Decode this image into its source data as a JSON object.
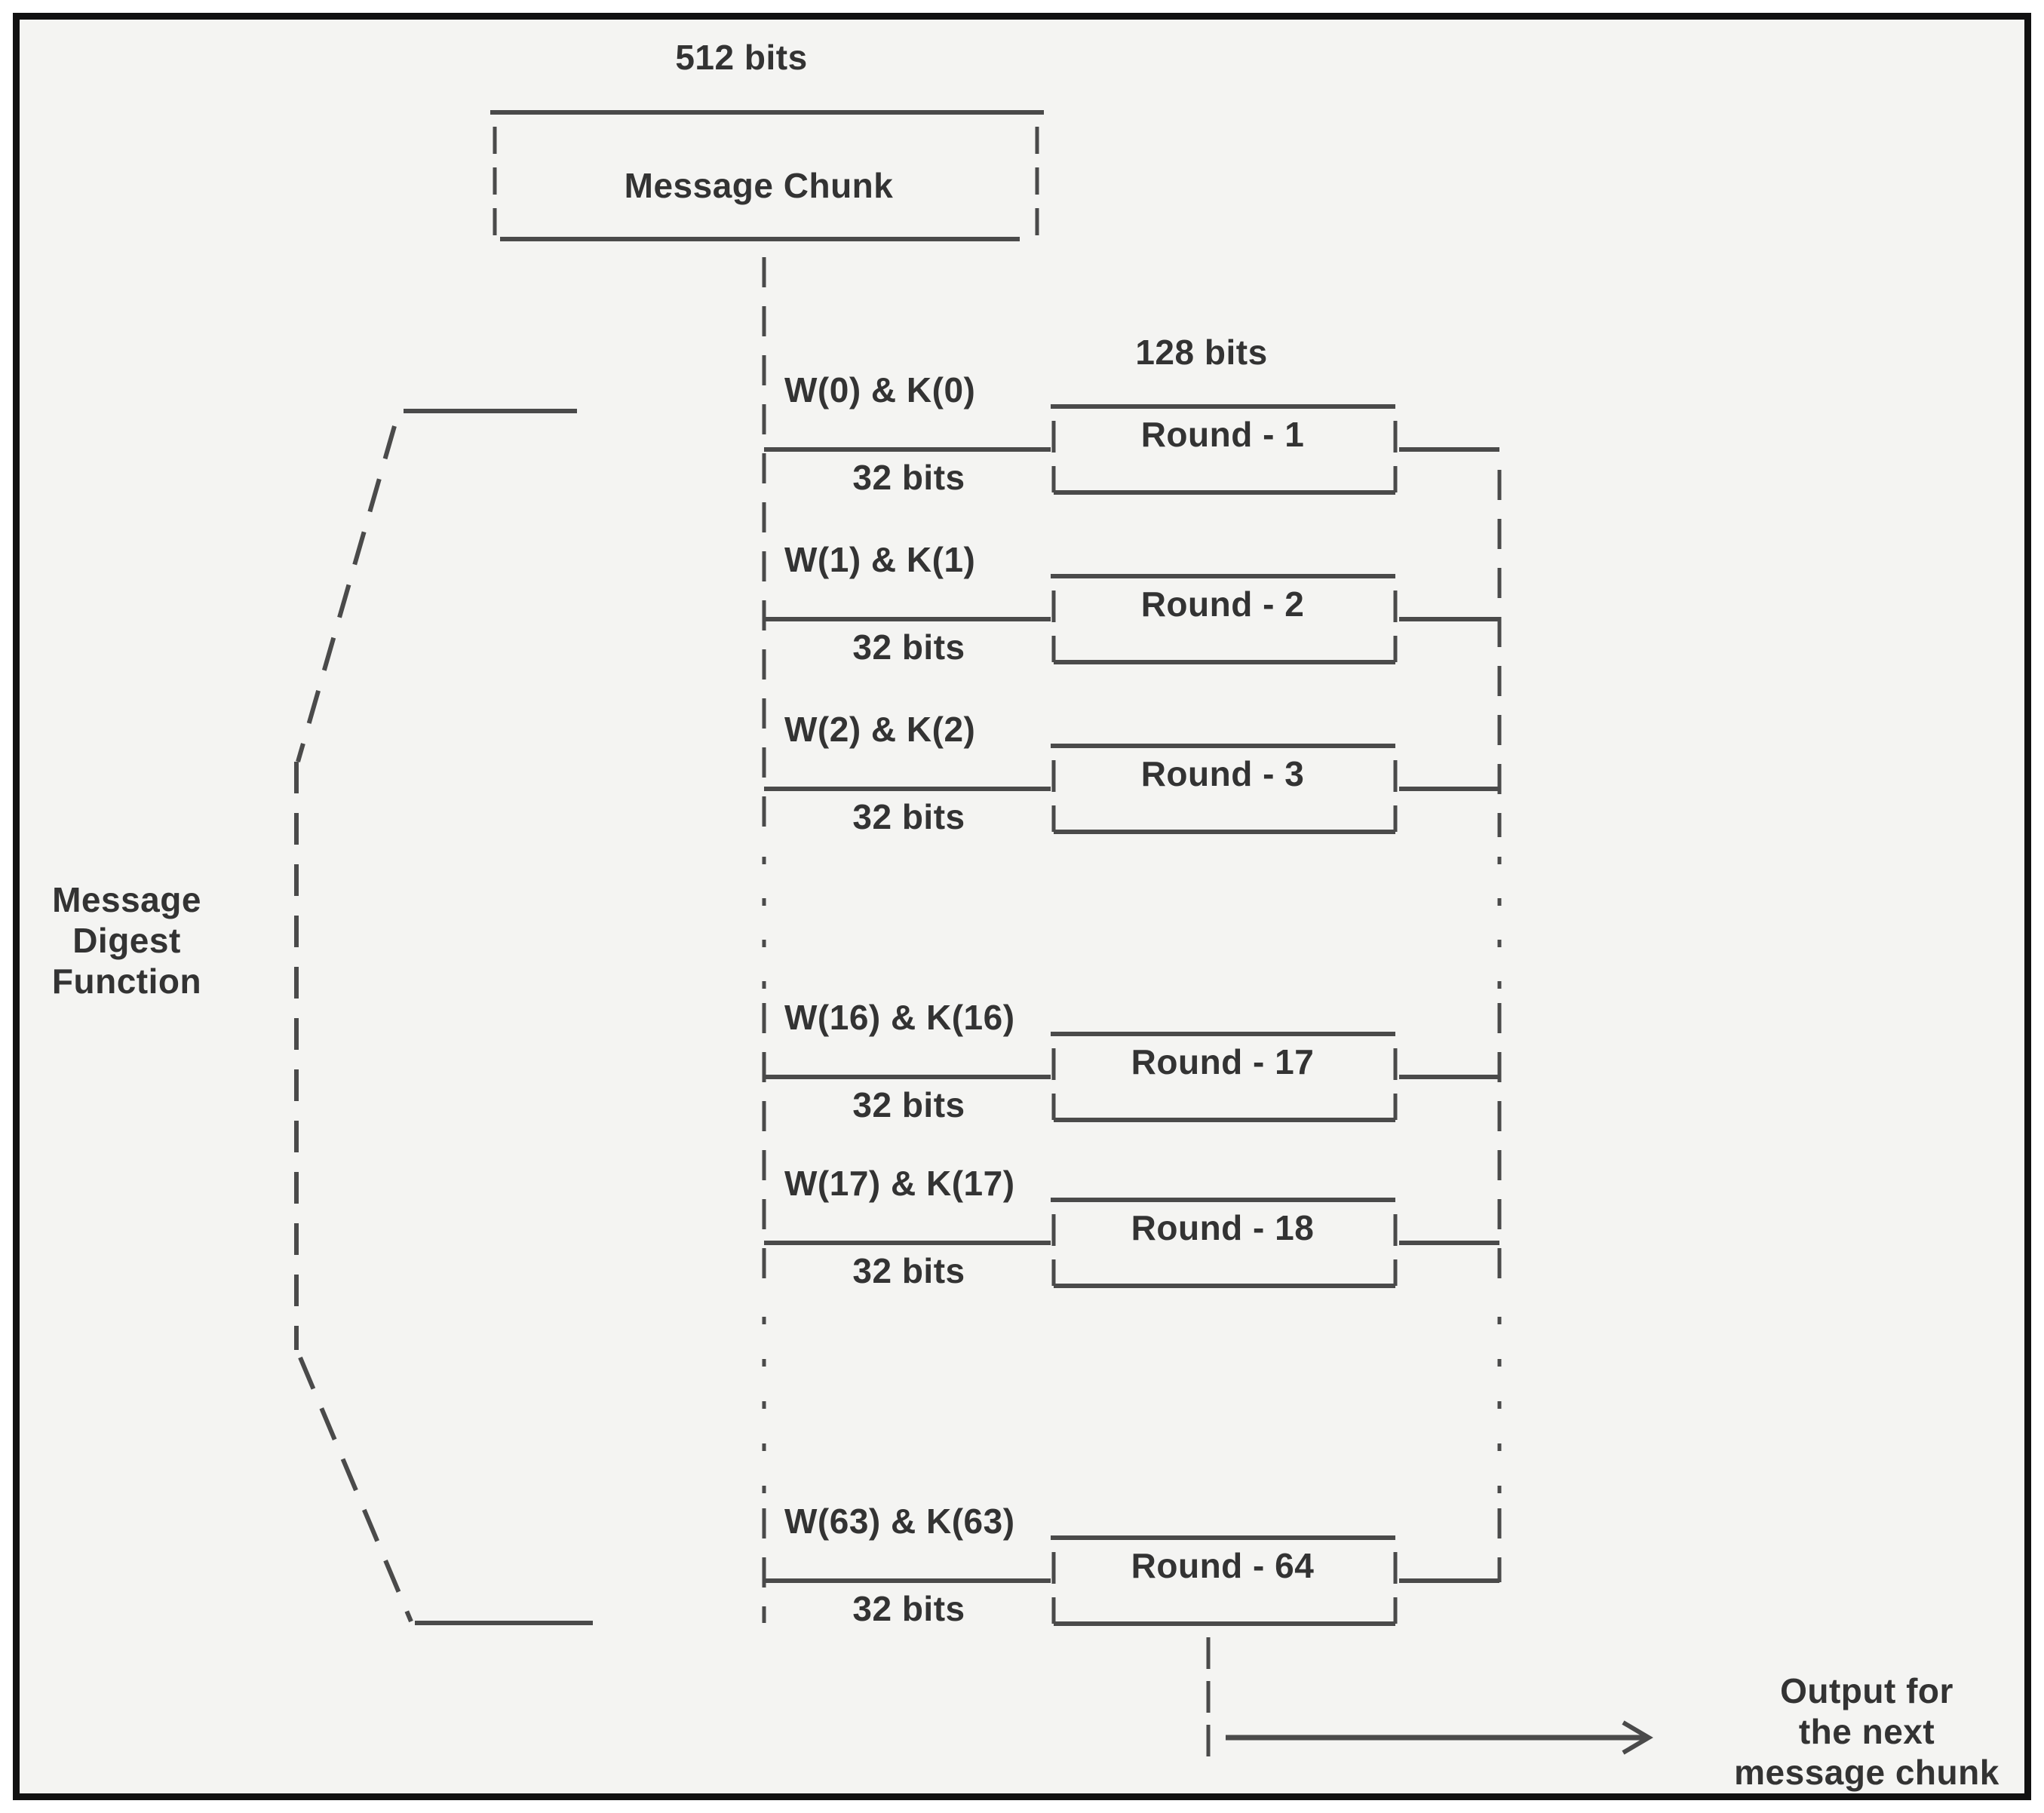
{
  "diagram": {
    "chunk_bits_label": "512 bits",
    "message_chunk_label": "Message Chunk",
    "state_bits_label": "128 bits",
    "brace_label_lines": [
      "Message",
      "Digest",
      "Function"
    ],
    "rounds": [
      {
        "w_label": "W(0) & K(0)",
        "round_label": "Round - 1",
        "bits_label": "32 bits"
      },
      {
        "w_label": "W(1) & K(1)",
        "round_label": "Round - 2",
        "bits_label": "32 bits"
      },
      {
        "w_label": "W(2) & K(2)",
        "round_label": "Round - 3",
        "bits_label": "32 bits"
      },
      {
        "w_label": "W(16) & K(16)",
        "round_label": "Round - 17",
        "bits_label": "32 bits"
      },
      {
        "w_label": "W(17) & K(17)",
        "round_label": "Round - 18",
        "bits_label": "32 bits"
      },
      {
        "w_label": "W(63) & K(63)",
        "round_label": "Round - 64",
        "bits_label": "32 bits"
      }
    ],
    "output_label_lines": [
      "Output for",
      "the next",
      "message chunk"
    ],
    "colors": {
      "background": "#f4f4f2",
      "line": "#4a4a4a",
      "text": "#333333",
      "border": "#111111"
    }
  }
}
